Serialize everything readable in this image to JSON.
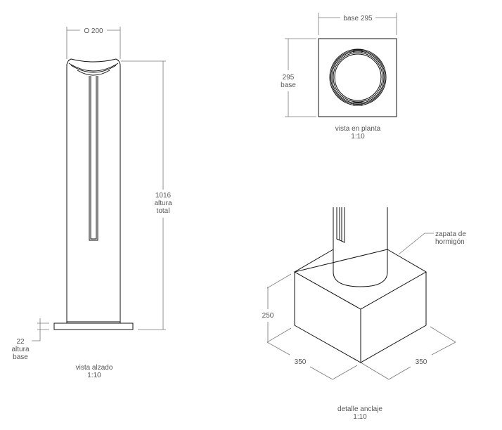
{
  "elevation": {
    "diameter_label": "O  200",
    "height_value": "1016",
    "height_label_1": "altura",
    "height_label_2": "total",
    "base_value": "22",
    "base_label_1": "altura",
    "base_label_2": "base",
    "title": "vista alzado",
    "scale": "1:10"
  },
  "plan": {
    "width_label": "base  295",
    "height_value": "295",
    "height_label": "base",
    "title": "vista en planta",
    "scale": "1:10"
  },
  "anchor": {
    "callout_1": "zapata de",
    "callout_2": "hormigón",
    "height_value": "250",
    "left_width": "350",
    "right_width": "350",
    "title": "detalle anclaje",
    "scale": "1:10"
  }
}
